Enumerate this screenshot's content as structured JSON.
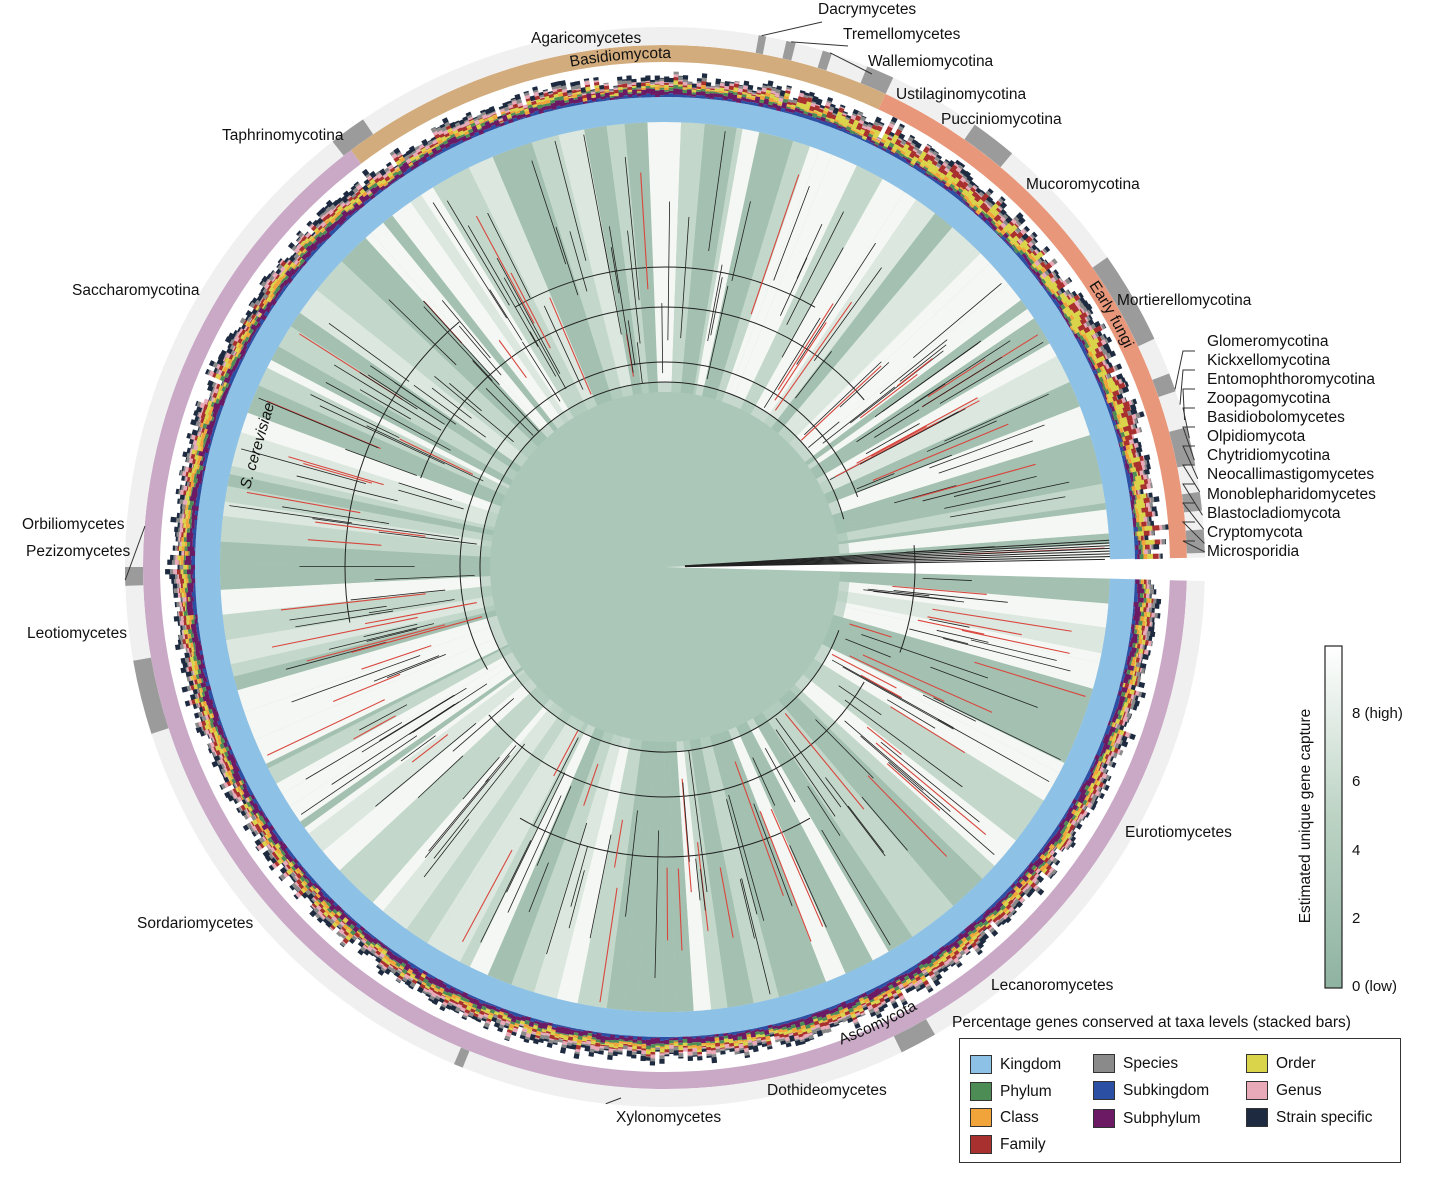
{
  "clade_labels": {
    "agaricomycetes": "Agaricomycetes",
    "dacrymycetes": "Dacrymycetes",
    "tremellomycetes": "Tremellomycetes",
    "wallemiomycotina": "Wallemiomycotina",
    "ustilaginomycotina": "Ustilaginomycotina",
    "pucciniomycotina": "Pucciniomycotina",
    "mucoromycotina": "Mucoromycotina",
    "mortierellomycotina": "Mortierellomycotina",
    "glomeromycotina": "Glomeromycotina",
    "kickxellomycotina": "Kickxellomycotina",
    "entomophthoromycotina": "Entomophthoromycotina",
    "zoopagomycotina": "Zoopagomycotina",
    "basidiobolomycetes": "Basidiobolomycetes",
    "olpidiomycota": "Olpidiomycota",
    "chytridiomycotina": "Chytridiomycotina",
    "neocallimastigomycetes": "Neocallimastigomycetes",
    "monoblepharidomycetes": "Monoblepharidomycetes",
    "blastocladiomycota": "Blastocladiomycota",
    "cryptomycota": "Cryptomycota",
    "microsporidia": "Microsporidia",
    "taphrinomycotina": "Taphrinomycotina",
    "saccharomycotina": "Saccharomycotina",
    "orbiliomycetes": "Orbiliomycetes",
    "pezizomycetes": "Pezizomycetes",
    "leotiomycetes": "Leotiomycetes",
    "sordariomycetes": "Sordariomycetes",
    "xylonomycetes": "Xylonomycetes",
    "dothideomycetes": "Dothideomycetes",
    "lecanoromycetes": "Lecanoromycetes",
    "eurotiomycetes": "Eurotiomycetes"
  },
  "phylum_labels": {
    "basidiomycota": "Basidiomycota",
    "early_fungi": "Early fungi",
    "ascomycota": "Ascomycota"
  },
  "species_label": "S. cerevisiae",
  "colorbar": {
    "title": "Estimated unique gene capture",
    "ticks": [
      "0 (low)",
      "2",
      "4",
      "6",
      "8 (high)"
    ],
    "range": [
      0,
      10
    ],
    "color_low": "#8fb3a1",
    "color_high": "#ffffff"
  },
  "legend": {
    "title": "Percentage genes conserved at taxa levels (stacked bars)",
    "items": [
      {
        "label": "Kingdom",
        "color": "#8ec1e6"
      },
      {
        "label": "Phylum",
        "color": "#4e8c55"
      },
      {
        "label": "Class",
        "color": "#f0a43a"
      },
      {
        "label": "Family",
        "color": "#a8302e"
      },
      {
        "label": "Species",
        "color": "#8a8a8a"
      },
      {
        "label": "Subkingdom",
        "color": "#2b4fa3"
      },
      {
        "label": "Subphylum",
        "color": "#6b1a63"
      },
      {
        "label": "Order",
        "color": "#d9d44a"
      },
      {
        "label": "Genus",
        "color": "#e8a9b8"
      },
      {
        "label": "Strain specific",
        "color": "#1d2a3f"
      }
    ]
  },
  "colors": {
    "phylum_ring_basidiomycota": "#d3ac7d",
    "phylum_ring_early_fungi": "#e9977a",
    "phylum_ring_ascomycota": "#c9a9c6",
    "outer_ring": "#f0f0f0",
    "outer_ring_marker": "#9b9b9b",
    "kingdom_ring": "#8ec1e6",
    "tree_branch": "#222222",
    "highlight_branch": "#d9463e"
  }
}
